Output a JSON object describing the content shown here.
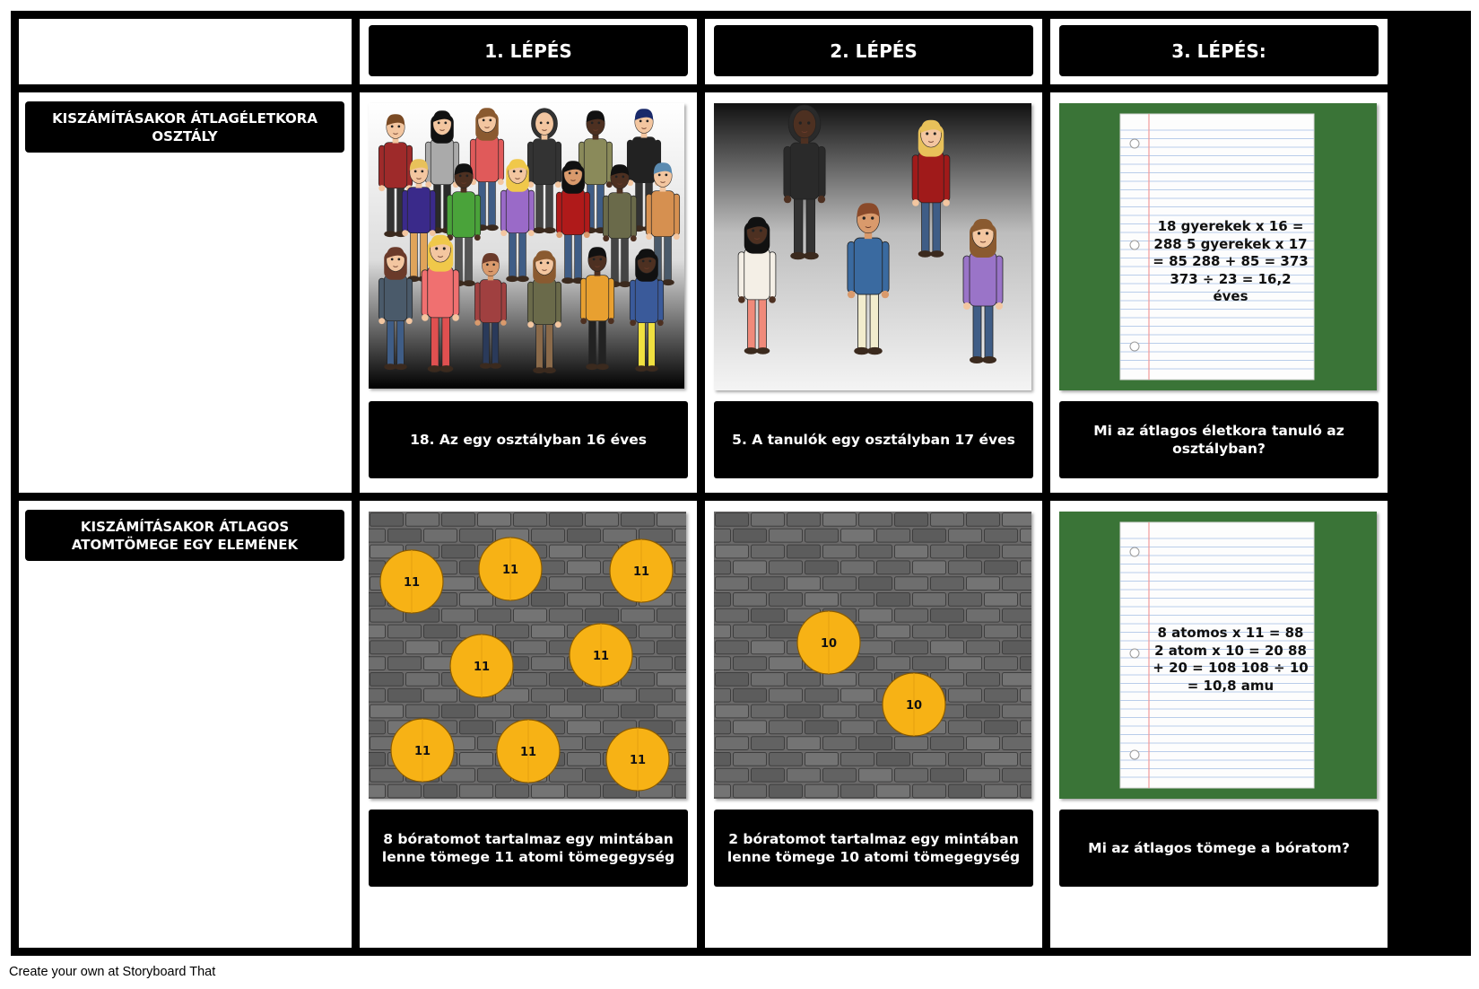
{
  "headers": [
    "1. LÉPÉS",
    "2. LÉPÉS",
    "3. LÉPÉS:"
  ],
  "rows": [
    {
      "label": "KISZÁMÍTÁSAKOR ÁTLAGÉLETKORA OSZTÁLY",
      "captions": [
        "18. Az egy osztályban 16 éves",
        "5. A tanulók egy osztályban 17 éves",
        "Mi az átlagos életkora tanuló az osztályban?"
      ],
      "paper_text": "18 gyerekek x 16 = 288 5 gyerekek x 17 = 85 288 + 85 = 373 373 ÷ 23 = 16,2 éves"
    },
    {
      "label": "KISZÁMÍTÁSAKOR ÁTLAGOS ATOMTÖMEGE EGY ELEMÉNEK",
      "captions": [
        "8 bóratomot tartalmaz egy mintában lenne tömege 11 atomi tömegegység",
        "2 bóratomot tartalmaz egy mintában lenne tömege 10 atomi tömegegység",
        "Mi az átlagos tömege a bóratom?"
      ],
      "paper_text": "8 atomos x 11 = 88 2 atom x 10 = 20 88 + 20 = 108 108 ÷ 10 = 10,8 amu",
      "coins_step1": [
        "11",
        "11",
        "11",
        "11",
        "11",
        "11",
        "11",
        "11"
      ],
      "coins_step2": [
        "10",
        "10"
      ]
    }
  ],
  "credit": "Create your own at Storyboard That",
  "colors": {
    "board": "#000000",
    "coin": "#f7b215",
    "chalkboard": "#3a7437",
    "wall": "#6b6a6a"
  }
}
